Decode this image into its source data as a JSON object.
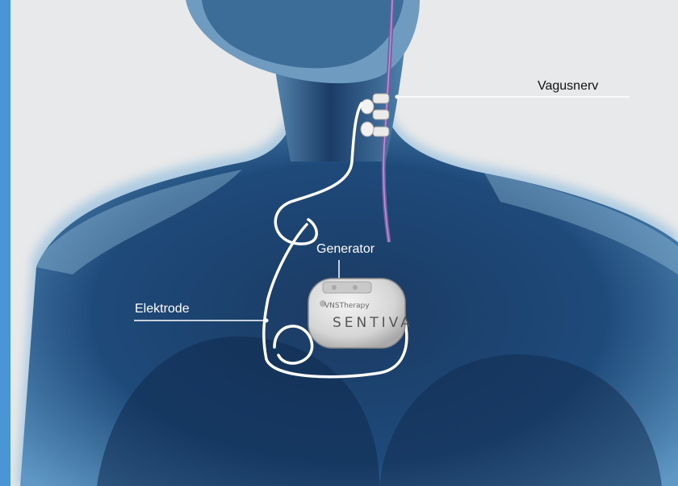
{
  "labels": {
    "vagus_nerve": "Vagusnerv",
    "generator": "Generator",
    "electrode": "Elektrode"
  },
  "device": {
    "brand": "VNSTherapy",
    "model": "SENTIVA"
  },
  "colors": {
    "accent_bar": "#4a95d6",
    "background": "#e8e9ea",
    "body_dark": "#0f2a4e",
    "body_light": "#6aa0c8",
    "nerve": "#7a5aa0",
    "lead": "#ffffff"
  }
}
